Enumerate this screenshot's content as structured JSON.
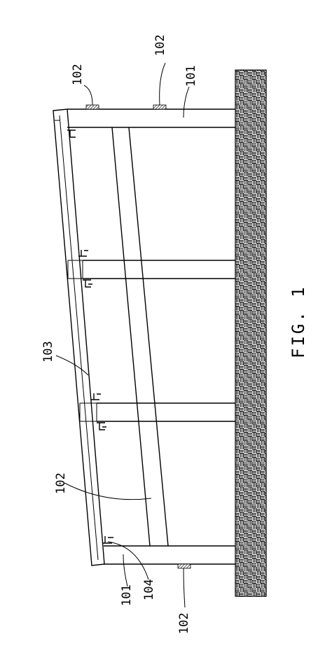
{
  "figure": {
    "caption": "FIG. 1",
    "labels": {
      "l102_a": "102",
      "l102_b": "102",
      "l101_a": "101",
      "l103": "103",
      "l102_c": "102",
      "l101_b": "101",
      "l104": "104",
      "l102_d": "102"
    }
  }
}
